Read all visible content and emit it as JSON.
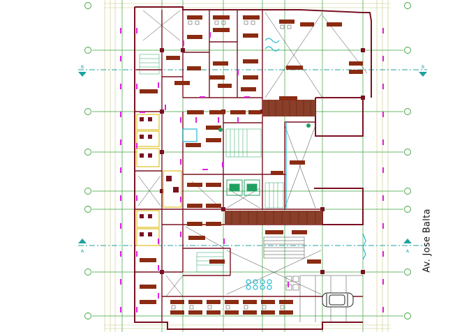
{
  "drawing": {
    "street_label": "Av. Jose Balta",
    "section_markers": [
      "B",
      "B",
      "A",
      "A"
    ]
  },
  "colors": {
    "background": "#ffffff",
    "wall": "#7a1020",
    "grid": "#3aa23a",
    "dimension": "#c8c880",
    "door": "#e020e0",
    "furniture": "#8a2b12",
    "cyan": "#20b8d0",
    "yellow": "#e0c020",
    "section_line": "#20a0a0"
  }
}
